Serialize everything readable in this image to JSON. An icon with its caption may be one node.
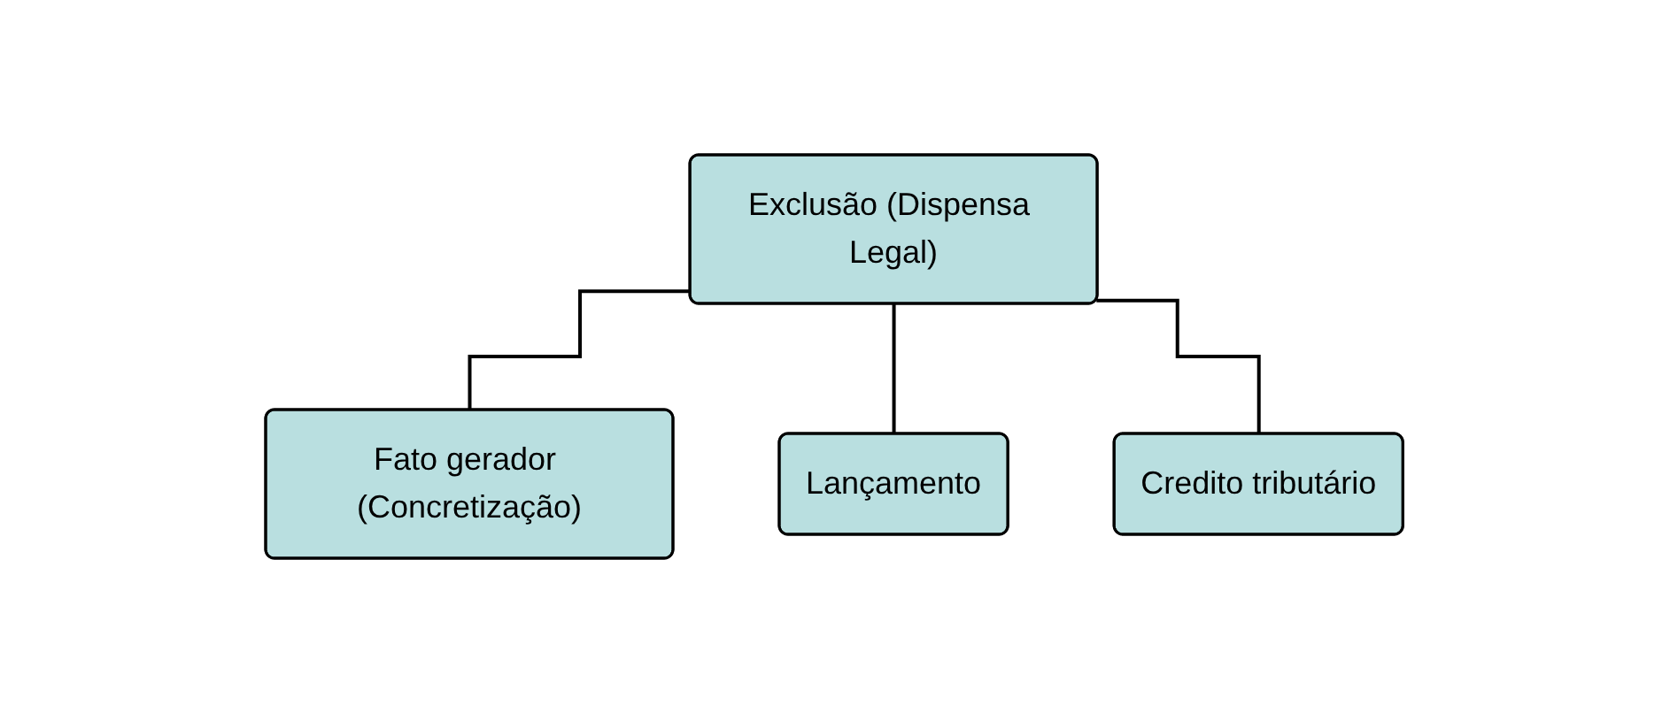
{
  "diagram": {
    "nodes": [
      {
        "text": [
          "Exclusão (Dispensa Legal)"
        ]
      },
      {
        "text": [
          "Fato gerador (Concretização)"
        ]
      },
      {
        "text": [
          "Lançamento"
        ]
      },
      {
        "text": [
          "Credito tributário"
        ]
      }
    ],
    "edges": [
      {
        "from": 0,
        "to": 1,
        "arrow": "none"
      },
      {
        "from": 0,
        "to": 2,
        "arrow": "none"
      },
      {
        "from": 0,
        "to": 3,
        "arrow": "none"
      }
    ]
  }
}
